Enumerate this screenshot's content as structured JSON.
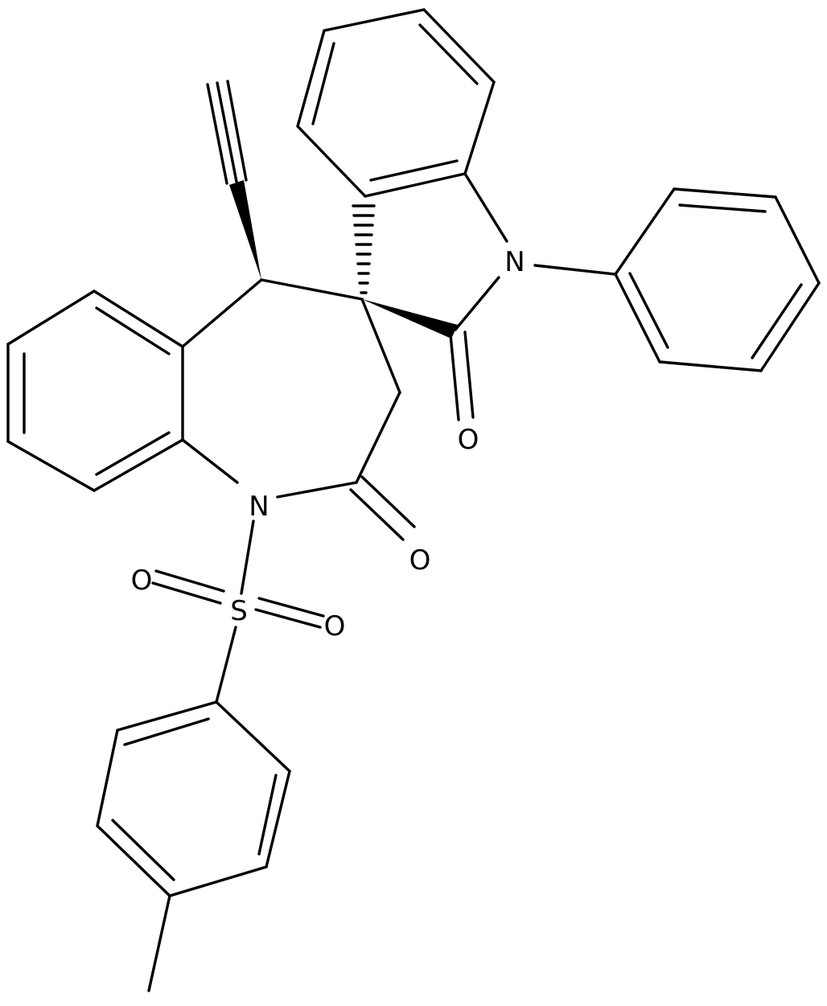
{
  "diagram": {
    "type": "chemical-structure",
    "line_color": "#000000",
    "background": "#ffffff",
    "atom_labels": {
      "n_indole": "N",
      "n_azepine": "N",
      "o_indole_carbonyl": "O",
      "o_azepine_carbonyl": "O",
      "s_sulfonyl": "S",
      "o_sulfonyl_left": "O",
      "o_sulfonyl_right": "O"
    }
  }
}
